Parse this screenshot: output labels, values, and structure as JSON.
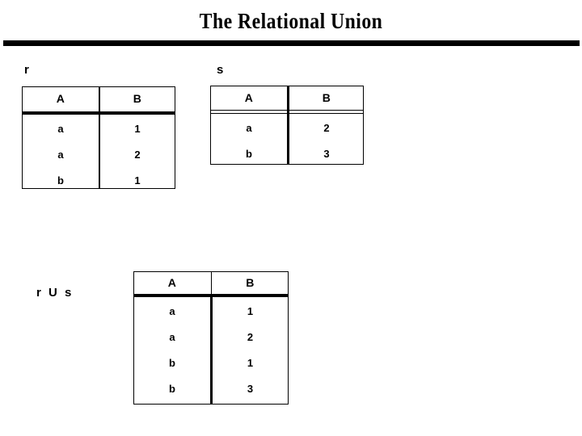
{
  "slide": {
    "title": "The Relational Union",
    "background_color": "#ffffff",
    "text_color": "#000000",
    "rule_color": "#000000"
  },
  "relations": {
    "r": {
      "label": "r",
      "columns": [
        "A",
        "B"
      ],
      "rows": [
        [
          "a",
          "1"
        ],
        [
          "a",
          "2"
        ],
        [
          "b",
          "1"
        ]
      ]
    },
    "s": {
      "label": "s",
      "columns": [
        "A",
        "B"
      ],
      "rows": [
        [
          "a",
          "2"
        ],
        [
          "b",
          "3"
        ]
      ]
    },
    "union": {
      "label": "r U s",
      "columns": [
        "A",
        "B"
      ],
      "rows": [
        [
          "a",
          "1"
        ],
        [
          "a",
          "2"
        ],
        [
          "b",
          "1"
        ],
        [
          "b",
          "3"
        ]
      ]
    }
  }
}
